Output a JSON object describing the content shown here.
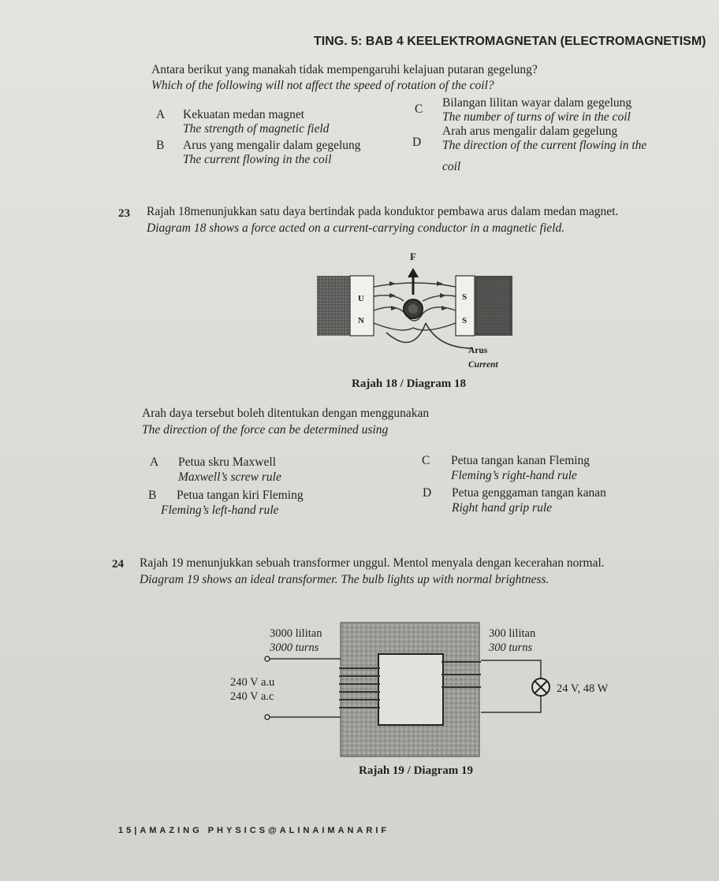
{
  "header": {
    "title": "TING. 5: BAB 4 KEELEKTROMAGNETAN (ELECTROMAGNETISM)"
  },
  "q22": {
    "stem_ms": "Antara berikut yang manakah tidak mempengaruhi kelajuan putaran gegelung?",
    "stem_en": "Which of the following will not affect the speed of rotation of the coil?",
    "options": [
      {
        "letter": "A",
        "ms": "Kekuatan medan magnet",
        "en": "The strength of magnetic field"
      },
      {
        "letter": "B",
        "ms": "Arus yang mengalir dalam gegelung",
        "en": "The current flowing in the coil"
      },
      {
        "letter": "C",
        "ms": "Bilangan lilitan wayar dalam gegelung",
        "en": "The number of turns of wire in the coil"
      },
      {
        "letter": "D",
        "ms": "Arah arus mengalir dalam gegelung",
        "en": "The direction of the current flowing in the",
        "en2": "coil"
      }
    ]
  },
  "q23": {
    "number": "23",
    "stem_ms": "Rajah 18menunjukkan satu daya bertindak pada konduktor pembawa arus dalam medan magnet.",
    "stem_en": "Diagram 18 shows a force acted on a current-carrying conductor in a magnetic field.",
    "diagram": {
      "force_label": "F",
      "pole_u": "U",
      "pole_n": "N",
      "pole_s1": "S",
      "pole_s2": "S",
      "arus": "Arus",
      "current": "Current",
      "caption": "Rajah 18 / Diagram 18"
    },
    "prompt_ms": "Arah daya tersebut boleh ditentukan dengan menggunakan",
    "prompt_en": "The direction of the force can be determined using",
    "options": [
      {
        "letter": "A",
        "ms": "Petua skru Maxwell",
        "en": "Maxwell’s screw rule"
      },
      {
        "letter": "B",
        "ms": "Petua tangan kiri Fleming",
        "en": "Fleming’s left-hand rule"
      },
      {
        "letter": "C",
        "ms": "Petua tangan kanan Fleming",
        "en": "Fleming’s right-hand rule"
      },
      {
        "letter": "D",
        "ms": "Petua genggaman tangan kanan",
        "en": "Right hand grip rule"
      }
    ]
  },
  "q24": {
    "number": "24",
    "stem_ms": "Rajah 19 menunjukkan sebuah transformer unggul. Mentol menyala dengan kecerahan normal.",
    "stem_en": "Diagram 19 shows an ideal transformer. The bulb lights up with normal brightness.",
    "diagram": {
      "primary_ms": "3000 lilitan",
      "primary_en": "3000 turns",
      "secondary_ms": "300 lilitan",
      "secondary_en": "300 turns",
      "supply_ms": "240 V a.u",
      "supply_en": "240 V a.c",
      "bulb": "24 V, 48 W",
      "caption": "Rajah 19 / Diagram 19"
    }
  },
  "footer": {
    "text": "15|AMAZING PHYSICS@ALINAIMANARIF"
  }
}
